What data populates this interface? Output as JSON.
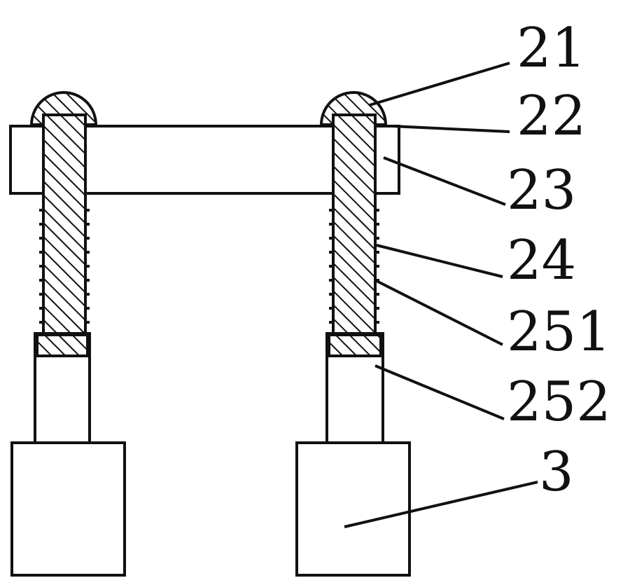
{
  "diagram": {
    "callouts": [
      {
        "id": "21",
        "text": "21"
      },
      {
        "id": "22",
        "text": "22"
      },
      {
        "id": "23",
        "text": "23"
      },
      {
        "id": "24",
        "text": "24"
      },
      {
        "id": "251",
        "text": "251"
      },
      {
        "id": "252",
        "text": "252"
      },
      {
        "id": "3",
        "text": "3"
      }
    ],
    "colors": {
      "ink": "#111111",
      "background": "#ffffff"
    }
  }
}
